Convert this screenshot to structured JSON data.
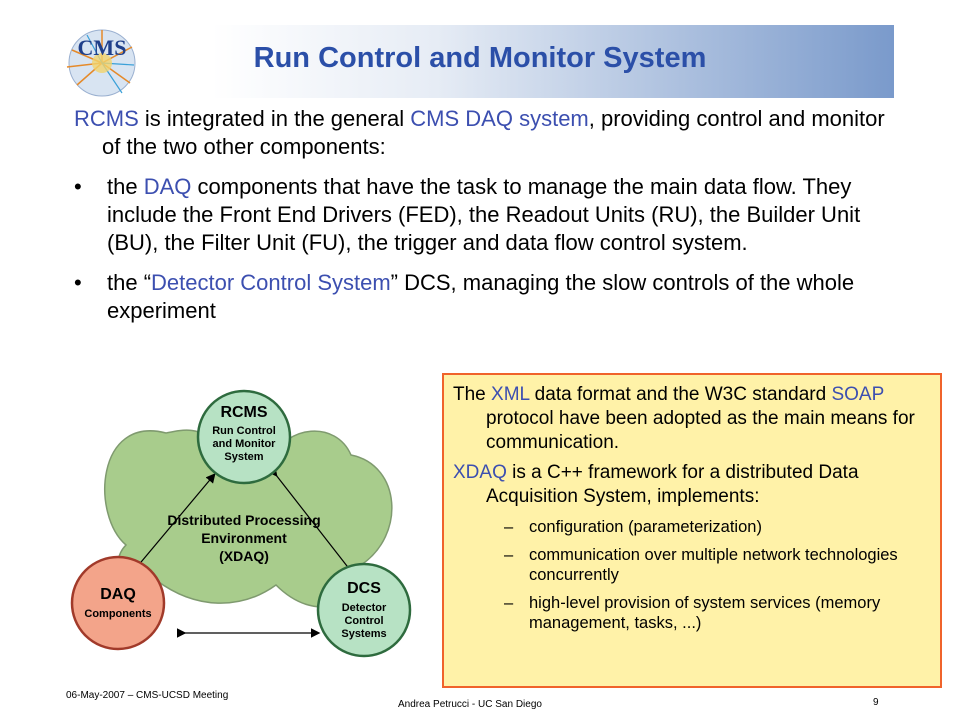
{
  "title": "Run Control and Monitor System",
  "intro": {
    "hl1": "RCMS",
    "t1": " is integrated in the general ",
    "hl2": "CMS DAQ system",
    "t2": ", providing control and monitor of the two other components:"
  },
  "bullets": [
    {
      "marker": "•",
      "pre": "the ",
      "hl": "DAQ",
      "post": " components that have the task to manage the main data flow. They include the Front End Drivers (FED), the Readout Units (RU), the Builder Unit (BU), the Filter Unit (FU), the trigger and data flow control system."
    },
    {
      "marker": "•",
      "pre": "the “",
      "hl": "Detector Control System",
      "post": "” DCS, managing the slow controls of the whole experiment"
    }
  ],
  "diagram": {
    "center": [
      "Distributed Processing",
      "Environment",
      "(XDAQ)"
    ],
    "rcms": {
      "title": "RCMS",
      "lines": [
        "Run Control",
        "and Monitor",
        "System"
      ]
    },
    "daq": {
      "title": "DAQ",
      "lines": [
        "Components"
      ]
    },
    "dcs": {
      "title": "DCS",
      "lines": [
        "Detector",
        "Control",
        "Systems"
      ]
    },
    "colors": {
      "blob": "#a8cc8c",
      "rcms": "#b7e2c4",
      "daq": "#f3a48a",
      "dcs": "#b7e2c4"
    }
  },
  "info_box": {
    "p1": {
      "t1": "The ",
      "hl1": "XML",
      "t2": " data format and the W3C standard ",
      "hl2": "SOAP",
      "t3": " protocol have been adopted as the main means for communication."
    },
    "p2": {
      "hl": "XDAQ",
      "t": " is a C++ framework for a distributed Data Acquisition System, implements:"
    },
    "items": [
      {
        "dash": "–",
        "text": "configuration (parameterization)"
      },
      {
        "dash": "–",
        "text": "communication over multiple network technologies concurrently"
      },
      {
        "dash": "–",
        "text": "high-level provision of system services (memory management, tasks, ...)"
      }
    ]
  },
  "logo": {
    "text": "CMS"
  },
  "footer": {
    "left": "06-May-2007 – CMS-UCSD Meeting",
    "center": "Andrea Petrucci - UC San Diego",
    "page": "9"
  },
  "colors": {
    "title": "#2b4fa8",
    "highlight": "#3c4fb0",
    "box_fill": "#fff2a8",
    "box_border": "#f0632b"
  }
}
